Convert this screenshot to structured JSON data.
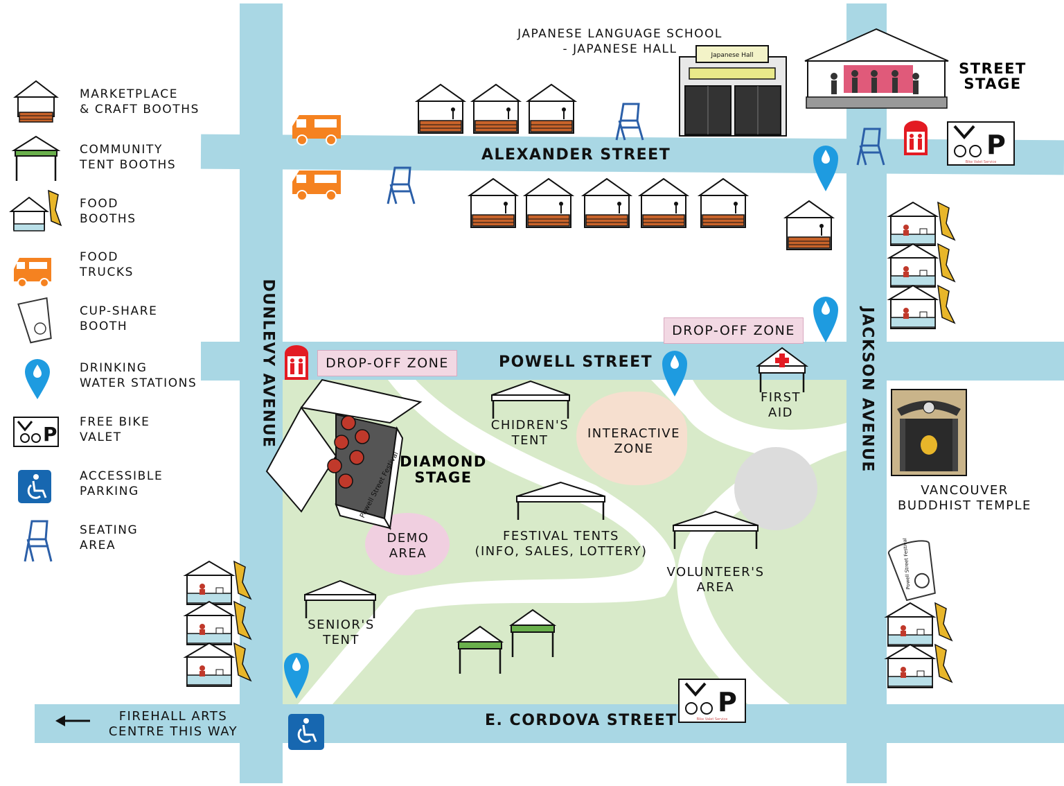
{
  "streets": {
    "alexander": "Alexander Street",
    "powell": "Powell street",
    "cordova": "E. Cordova Street",
    "dunlevy": "Dunlevy Avenue",
    "jackson": "Jackson Avenue"
  },
  "legend": [
    {
      "icon": "marketplace-booth-icon",
      "label": "Marketplace\n& Craft Booths"
    },
    {
      "icon": "community-tent-icon",
      "label": "Community\nTent Booths"
    },
    {
      "icon": "food-booth-icon",
      "label": "Food\nBooths"
    },
    {
      "icon": "food-truck-icon",
      "label": "Food\nTrucks"
    },
    {
      "icon": "cup-share-icon",
      "label": "Cup-Share\nBooth"
    },
    {
      "icon": "water-drop-icon",
      "label": "Drinking\nWater Stations"
    },
    {
      "icon": "bike-valet-icon",
      "label": "Free Bike\nValet"
    },
    {
      "icon": "accessible-parking-icon",
      "label": "Accessible\nParking"
    },
    {
      "icon": "chair-icon",
      "label": "Seating\nArea"
    }
  ],
  "places": {
    "japanese_hall": "Japanese Language school\n- Japanese Hall",
    "street_stage": "Street\nStage",
    "drop_off_left": "Drop-Off Zone",
    "drop_off_right": "Drop-Off Zone",
    "first_aid": "First\nAid",
    "childrens_tent": "Chidren's\nTent",
    "interactive_zone": "Interactive\nZone",
    "diamond_stage": "Diamond\nStage",
    "demo_area": "Demo\nArea",
    "festival_tents": "Festival Tents\n(Info, Sales, Lottery)",
    "volunteers_area": "Volunteer's\nArea",
    "seniors_tent": "Senior's\nTent",
    "buddhist_temple": "Vancouver\nBuddhist Temple",
    "firehall": "Firehall Arts\nCentre this way",
    "hall_sign": "Japanese Hall",
    "stage_banner": "Powell Street Festival",
    "cup_text": "Powell Street Festival",
    "valet_text": "Bike Valet Service"
  },
  "colors": {
    "road": "#a9d7e4",
    "park": "#d8eac9",
    "drop_zone": "#f2d8e3",
    "interactive": "#f6dfcf",
    "demo": "#f0cfe0",
    "truck": "#f58220",
    "water": "#1e9be0",
    "chair": "#2b5fa8",
    "toilet": "#e31b23",
    "accessible": "#1767b0",
    "food_flag": "#e8b62a",
    "community": "#6ab04c"
  }
}
